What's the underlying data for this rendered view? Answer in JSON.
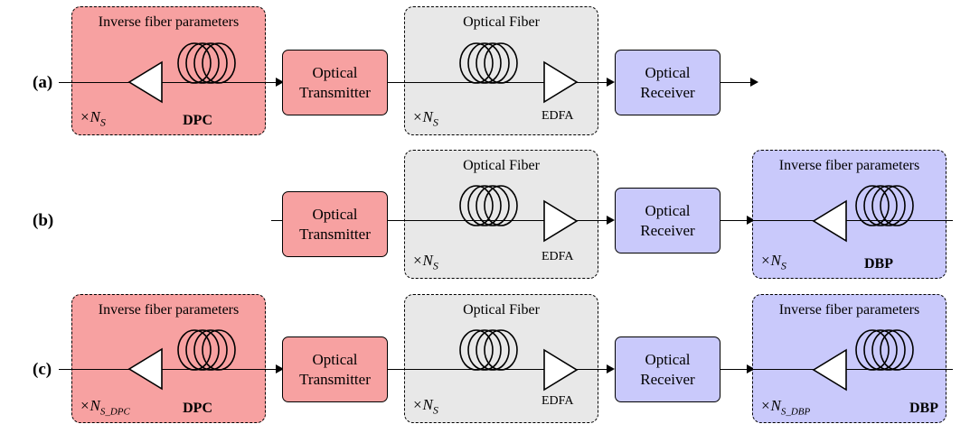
{
  "rows": [
    {
      "label": "(a)",
      "dpc": {
        "title": "Inverse fiber parameters",
        "multiplier": "×N_S",
        "tag": "DPC"
      },
      "transmitter": "Optical\nTransmitter",
      "fiber": {
        "title": "Optical Fiber",
        "multiplier": "×N_S",
        "amp": "EDFA"
      },
      "receiver": "Optical\nReceiver"
    },
    {
      "label": "(b)",
      "transmitter": "Optical\nTransmitter",
      "fiber": {
        "title": "Optical Fiber",
        "multiplier": "×N_S",
        "amp": "EDFA"
      },
      "receiver": "Optical\nReceiver",
      "dbp": {
        "title": "Inverse fiber parameters",
        "multiplier": "×N_S",
        "tag": "DBP"
      }
    },
    {
      "label": "(c)",
      "dpc": {
        "title": "Inverse fiber parameters",
        "multiplier": "×N_S_DPC",
        "tag": "DPC"
      },
      "transmitter": "Optical\nTransmitter",
      "fiber": {
        "title": "Optical Fiber",
        "multiplier": "×N_S",
        "amp": "EDFA"
      },
      "receiver": "Optical\nReceiver",
      "dbp": {
        "title": "Inverse fiber parameters",
        "multiplier": "×N_S_DBP",
        "tag": "DBP"
      }
    }
  ],
  "colors": {
    "red": "#f7a1a1",
    "gray": "#e8e8e8",
    "blue": "#c9c9fb"
  }
}
